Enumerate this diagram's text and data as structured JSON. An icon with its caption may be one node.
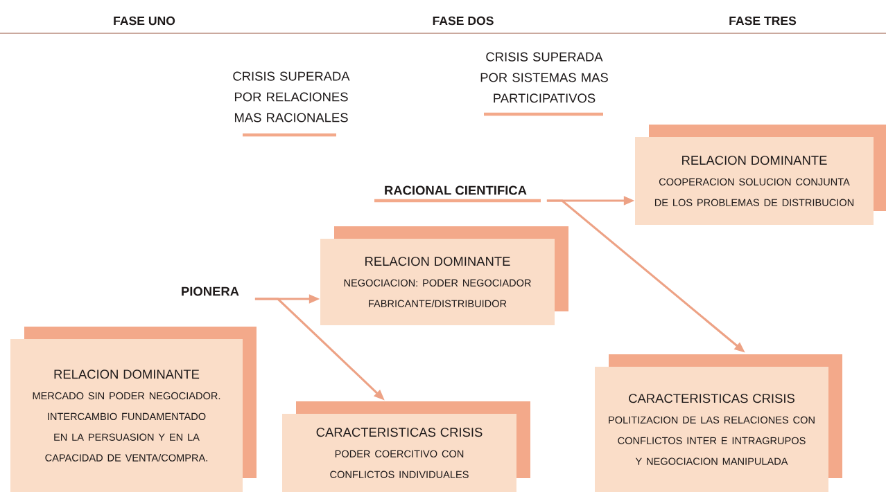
{
  "diagram": {
    "nodes": [
      {
        "text": [
          "PIONERA"
        ]
      },
      {
        "text": [
          "RACIONAL CIENTIFICA"
        ]
      },
      {
        "text": [
          "RELACION DOMINANTE",
          "MERCADO SIN PODER NEGOCIADOR. INTERCAMBIO FUNDAMENTADO EN LA PERSUASION Y EN LA CAPACIDAD DE VENTA/COMPRA."
        ]
      },
      {
        "text": [
          "RELACION DOMINANTE",
          "NEGOCIACION: PODER NEGOCIADOR FABRICANTE/DISTRIBUIDOR"
        ]
      },
      {
        "text": [
          "CARACTERISTICAS CRISIS",
          "PODER COERCITIVO CON CONFLICTOS INDIVIDUALES"
        ]
      },
      {
        "text": [
          "RELACION DOMINANTE",
          "COOPERACION SOLUCION CONJUNTA DE LOS PROBLEMAS DE DISTRIBUCION"
        ]
      },
      {
        "text": [
          "CARACTERISTICAS CRISIS",
          "POLITIZACION DE LAS RELACIONES CON CONFLICTOS INTER E INTRAGRUPOS Y NEGOCIACION MANIPULADA"
        ]
      }
    ],
    "edges": [
      {
        "from": 0,
        "to": 3,
        "arrow": "to"
      },
      {
        "from": 0,
        "to": 4,
        "arrow": "to"
      },
      {
        "from": 1,
        "to": 5,
        "arrow": "to"
      },
      {
        "from": 1,
        "to": 6,
        "arrow": "to"
      }
    ],
    "labels": [
      "FASE UNO",
      "FASE DOS",
      "FASE TRES",
      "CRISIS SUPERADA POR RELACIONES MAS RACIONALES",
      "CRISIS SUPERADA POR SISTEMAS MAS PARTICIPATIVOS"
    ]
  }
}
